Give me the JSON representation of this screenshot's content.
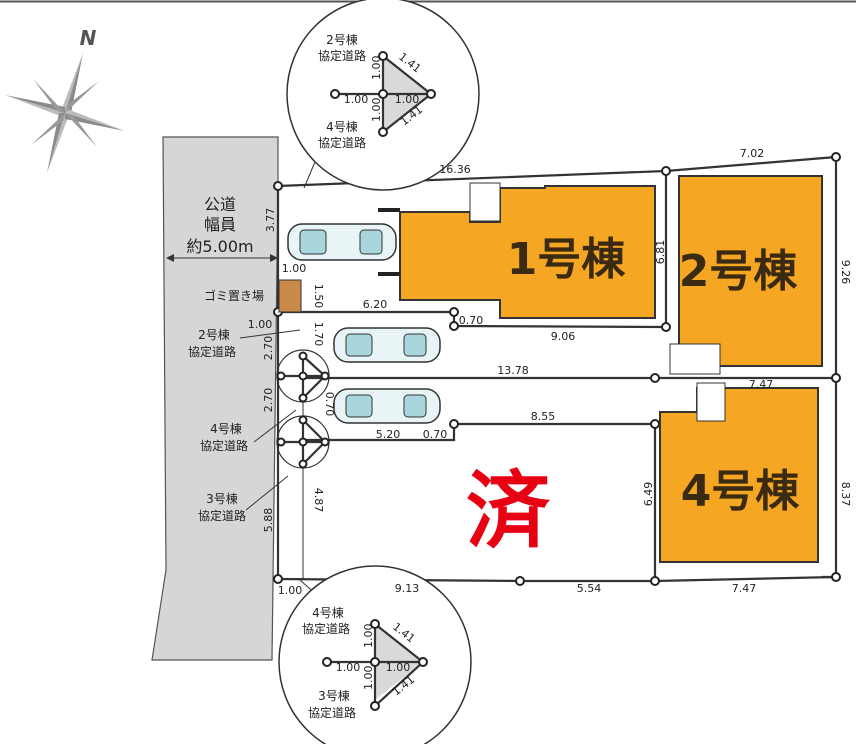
{
  "compass": {
    "label": "N",
    "icon": "north-compass-icon"
  },
  "road": {
    "line1": "公道",
    "line2": "幅員",
    "line3": "約5.00m"
  },
  "buildings": {
    "b1": "1号棟",
    "b2": "2号棟",
    "b4": "4号棟"
  },
  "sold_stamp": "済",
  "labels": {
    "garbage": "ゴミ置き場",
    "road2_a": "2号棟",
    "road2_b": "協定道路",
    "road4_a": "4号棟",
    "road4_b": "協定道路",
    "road3_a": "3号棟",
    "road3_b": "協定道路"
  },
  "top_inset": {
    "upper_a": "2号棟",
    "upper_b": "協定道路",
    "lower_a": "4号棟",
    "lower_b": "協定道路",
    "d_vert_up": "1.00",
    "d_diag_up": "1.41",
    "d_left": "1.00",
    "d_right": "1.00",
    "d_vert_down": "1.00",
    "d_diag_down": "1.41"
  },
  "bottom_inset": {
    "upper_a": "4号棟",
    "upper_b": "協定道路",
    "lower_a": "3号棟",
    "lower_b": "協定道路",
    "d_vert_up": "1.00",
    "d_diag_up": "1.41",
    "d_left": "1.00",
    "d_right": "1.00",
    "d_vert_down": "1.00",
    "d_diag_down": "1.41"
  },
  "dimensions": {
    "top_lot1": "16.36",
    "top_lot2": "7.02",
    "left_top": "3.77",
    "lot1_inner_right": "6.81",
    "lot2_right": "9.26",
    "gomi_top": "1.00",
    "gomi_side": "1.50",
    "d_6_20": "6.20",
    "d_1_00_b": "1.00",
    "d_1_70": "1.70",
    "d_0_70_a": "0.70",
    "d_9_06": "9.06",
    "d_2_70_a": "2.70",
    "d_13_78": "13.78",
    "d_7_47_top": "7.47",
    "d_2_70_b": "2.70",
    "d_0_70_v": "0.70",
    "d_8_55": "8.55",
    "d_5_20": "5.20",
    "d_0_70_b": "0.70",
    "d_8_37": "8.37",
    "d_6_49": "6.49",
    "d_4_87": "4.87",
    "d_5_88": "5.88",
    "d_1_00_c": "1.00",
    "d_9_13": "9.13",
    "d_5_54": "5.54",
    "d_7_47_bottom": "7.47"
  },
  "colors": {
    "building": "#f5a623",
    "road": "#d6d6d6",
    "garbage": "#c98a4a",
    "stamp": "#e60012",
    "inset_triangle": "#d9d9d9"
  }
}
